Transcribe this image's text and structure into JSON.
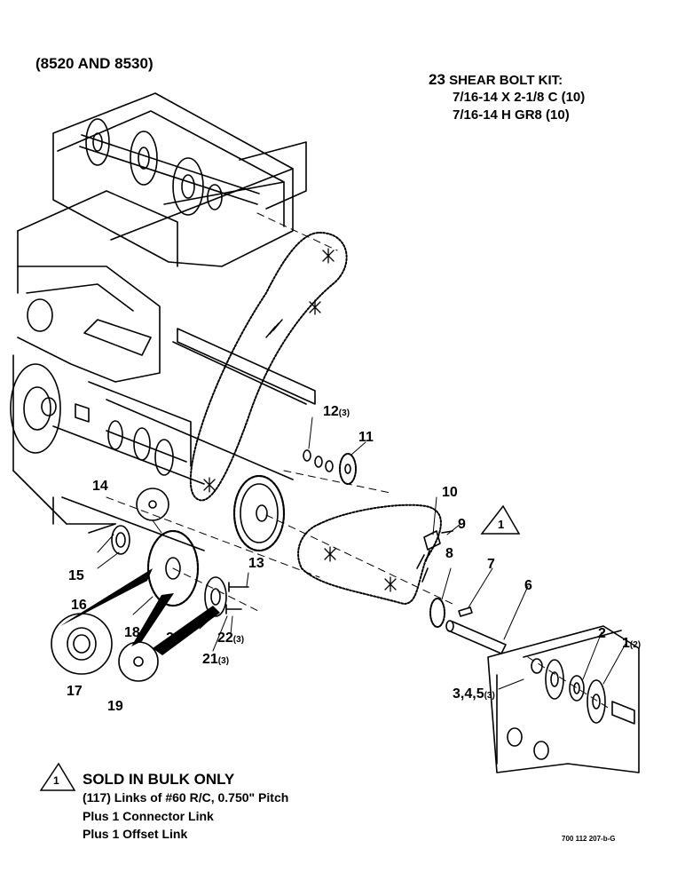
{
  "header": {
    "models": "(8520 AND 8530)"
  },
  "kit": {
    "number": "23",
    "title": "SHEAR BOLT KIT:",
    "lines": [
      "7/16-14 X 2-1/8 C (10)",
      "7/16-14 H GR8 (10)"
    ]
  },
  "callouts": [
    {
      "num": "1",
      "qty": "(2)"
    },
    {
      "num": "2",
      "qty": ""
    },
    {
      "num": "3,4,5",
      "qty": "(3)"
    },
    {
      "num": "6",
      "qty": ""
    },
    {
      "num": "7",
      "qty": ""
    },
    {
      "num": "8",
      "qty": ""
    },
    {
      "num": "9",
      "qty": ""
    },
    {
      "num": "10",
      "qty": ""
    },
    {
      "num": "11",
      "qty": ""
    },
    {
      "num": "12",
      "qty": "(3)"
    },
    {
      "num": "13",
      "qty": ""
    },
    {
      "num": "14",
      "qty": ""
    },
    {
      "num": "15",
      "qty": ""
    },
    {
      "num": "16",
      "qty": ""
    },
    {
      "num": "17",
      "qty": ""
    },
    {
      "num": "18",
      "qty": ""
    },
    {
      "num": "19",
      "qty": ""
    },
    {
      "num": "20",
      "qty": ""
    },
    {
      "num": "21",
      "qty": "(3)"
    },
    {
      "num": "22",
      "qty": "(3)"
    }
  ],
  "note": {
    "symbol": "1",
    "title": "SOLD IN BULK ONLY",
    "lines": [
      "(117) Links of #60 R/C, 0.750\" Pitch",
      "Plus 1 Connector Link",
      "Plus 1 Offset Link"
    ]
  },
  "diagram_code": "700 112 207-b-G"
}
